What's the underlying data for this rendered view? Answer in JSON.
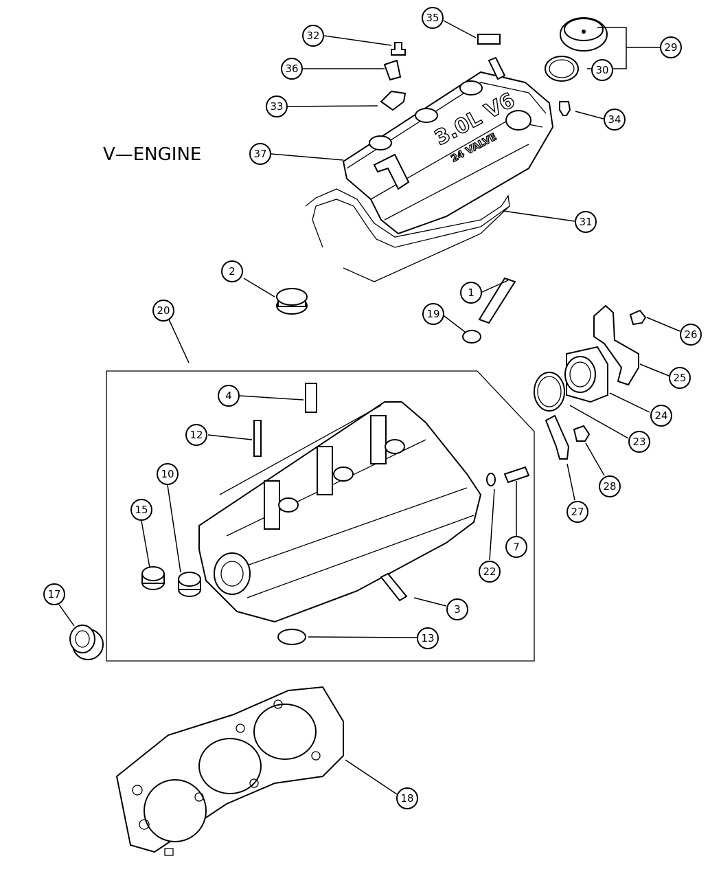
{
  "diagram": {
    "title": "V—ENGINE",
    "cover_text_main": "3.0L V6",
    "cover_text_sub": "24 VALVE",
    "callouts": [
      {
        "id": "c1",
        "label": "1"
      },
      {
        "id": "c2",
        "label": "2"
      },
      {
        "id": "c3",
        "label": "3"
      },
      {
        "id": "c4",
        "label": "4"
      },
      {
        "id": "c7",
        "label": "7"
      },
      {
        "id": "c10",
        "label": "10"
      },
      {
        "id": "c12",
        "label": "12"
      },
      {
        "id": "c13",
        "label": "13"
      },
      {
        "id": "c15",
        "label": "15"
      },
      {
        "id": "c17",
        "label": "17"
      },
      {
        "id": "c18",
        "label": "18"
      },
      {
        "id": "c19",
        "label": "19"
      },
      {
        "id": "c20",
        "label": "20"
      },
      {
        "id": "c22",
        "label": "22"
      },
      {
        "id": "c23",
        "label": "23"
      },
      {
        "id": "c24",
        "label": "24"
      },
      {
        "id": "c25",
        "label": "25"
      },
      {
        "id": "c26",
        "label": "26"
      },
      {
        "id": "c27",
        "label": "27"
      },
      {
        "id": "c28",
        "label": "28"
      },
      {
        "id": "c29",
        "label": "29"
      },
      {
        "id": "c30",
        "label": "30"
      },
      {
        "id": "c31",
        "label": "31"
      },
      {
        "id": "c32",
        "label": "32"
      },
      {
        "id": "c33",
        "label": "33"
      },
      {
        "id": "c34",
        "label": "34"
      },
      {
        "id": "c35",
        "label": "35"
      },
      {
        "id": "c36",
        "label": "36"
      },
      {
        "id": "c37",
        "label": "37"
      }
    ]
  }
}
